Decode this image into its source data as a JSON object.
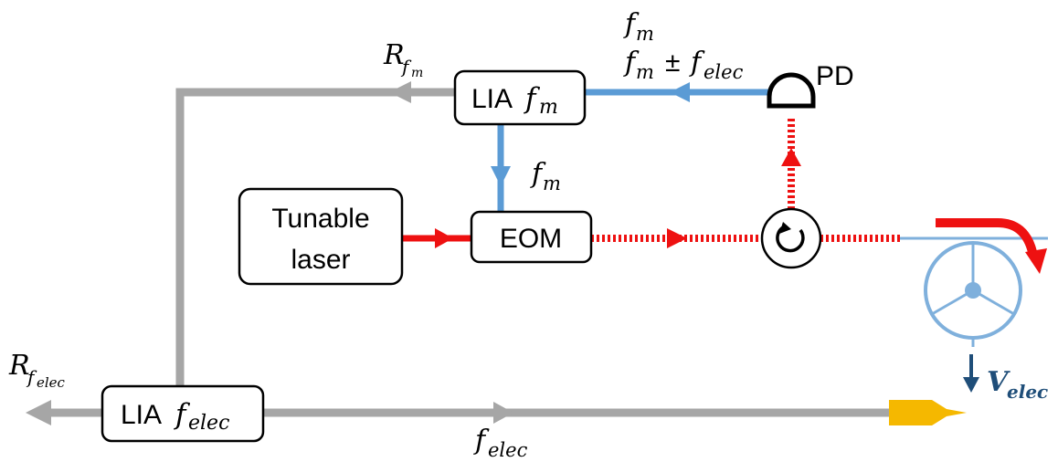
{
  "colors": {
    "electrical_gray": "#a6a6a6",
    "signal_blue": "#5b9bd5",
    "laser_red": "#ee1111",
    "ring_blue": "#7fb0dc",
    "probe_yellow": "#f5b800",
    "voltage_navy": "#1f4e79"
  },
  "blocks": {
    "lia_fm": {
      "prefix": "LIA",
      "sub": "m"
    },
    "eom": {
      "label": "EOM"
    },
    "laser": {
      "line1": "Tunable",
      "line2": "laser"
    },
    "lia_felec": {
      "prefix": "LIA",
      "sub": "elec"
    }
  },
  "labels": {
    "f_symbol": "f",
    "r_symbol": "R",
    "sub_m": "m",
    "sub_elec": "elec",
    "pm_sign": "±",
    "v_symbol": "V",
    "pd": "PD"
  },
  "icons": {
    "photodetector": "photodetector-icon",
    "circulator": "circulator-icon",
    "resonator": "wheel-resonator-icon",
    "probe": "electrical-probe-icon"
  }
}
